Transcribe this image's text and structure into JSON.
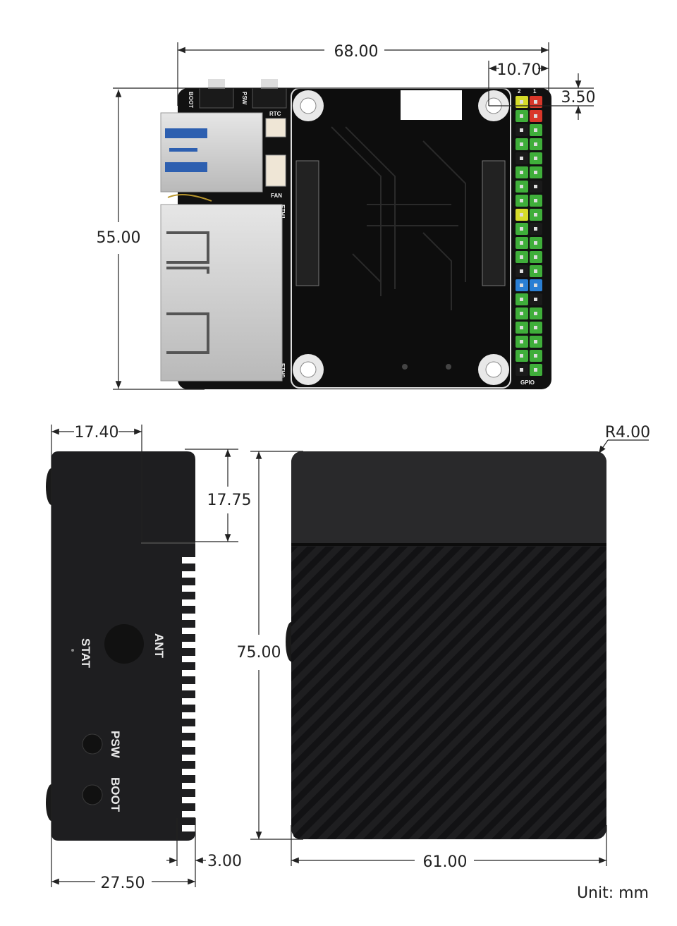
{
  "dimensions": {
    "board_width": "68.00",
    "hole_offset_x": "10.70",
    "hole_offset_y": "3.50",
    "board_height": "55.00",
    "side_depth_top": "17.40",
    "side_notch_height": "17.75",
    "side_foot": "3.00",
    "side_depth": "27.50",
    "case_height": "75.00",
    "case_width": "61.00",
    "corner_radius": "R4.00"
  },
  "unit_label": "Unit: mm",
  "board_silkscreen": {
    "boot": "BOOT",
    "psw": "PSW",
    "rtc": "RTC",
    "fan": "FAN",
    "gpio": "GPIO",
    "eth1": "ETH1",
    "eth0": "ETH0",
    "pin2": "2",
    "pin1": "1"
  },
  "case_labels": {
    "ant": "ANT",
    "stat": "STAT",
    "psw": "PSW",
    "boot": "BOOT"
  },
  "colors": {
    "pcb": "#111111",
    "case": "#1e1e20",
    "gpio_green": "#3fae3a",
    "gpio_red": "#d9372a",
    "gpio_yellow": "#d6dc2a",
    "gpio_blue": "#2a7fd4"
  },
  "gpio_pin_colors": [
    [
      "yellow",
      "red"
    ],
    [
      "green",
      "red"
    ],
    [
      "black",
      "green"
    ],
    [
      "green",
      "green"
    ],
    [
      "black",
      "green"
    ],
    [
      "green",
      "green"
    ],
    [
      "green",
      "black"
    ],
    [
      "green",
      "green"
    ],
    [
      "yellow",
      "green"
    ],
    [
      "green",
      "black"
    ],
    [
      "green",
      "green"
    ],
    [
      "green",
      "green"
    ],
    [
      "black",
      "green"
    ],
    [
      "blue",
      "blue"
    ],
    [
      "green",
      "black"
    ],
    [
      "green",
      "green"
    ],
    [
      "green",
      "green"
    ],
    [
      "green",
      "green"
    ],
    [
      "green",
      "green"
    ],
    [
      "black",
      "green"
    ]
  ]
}
